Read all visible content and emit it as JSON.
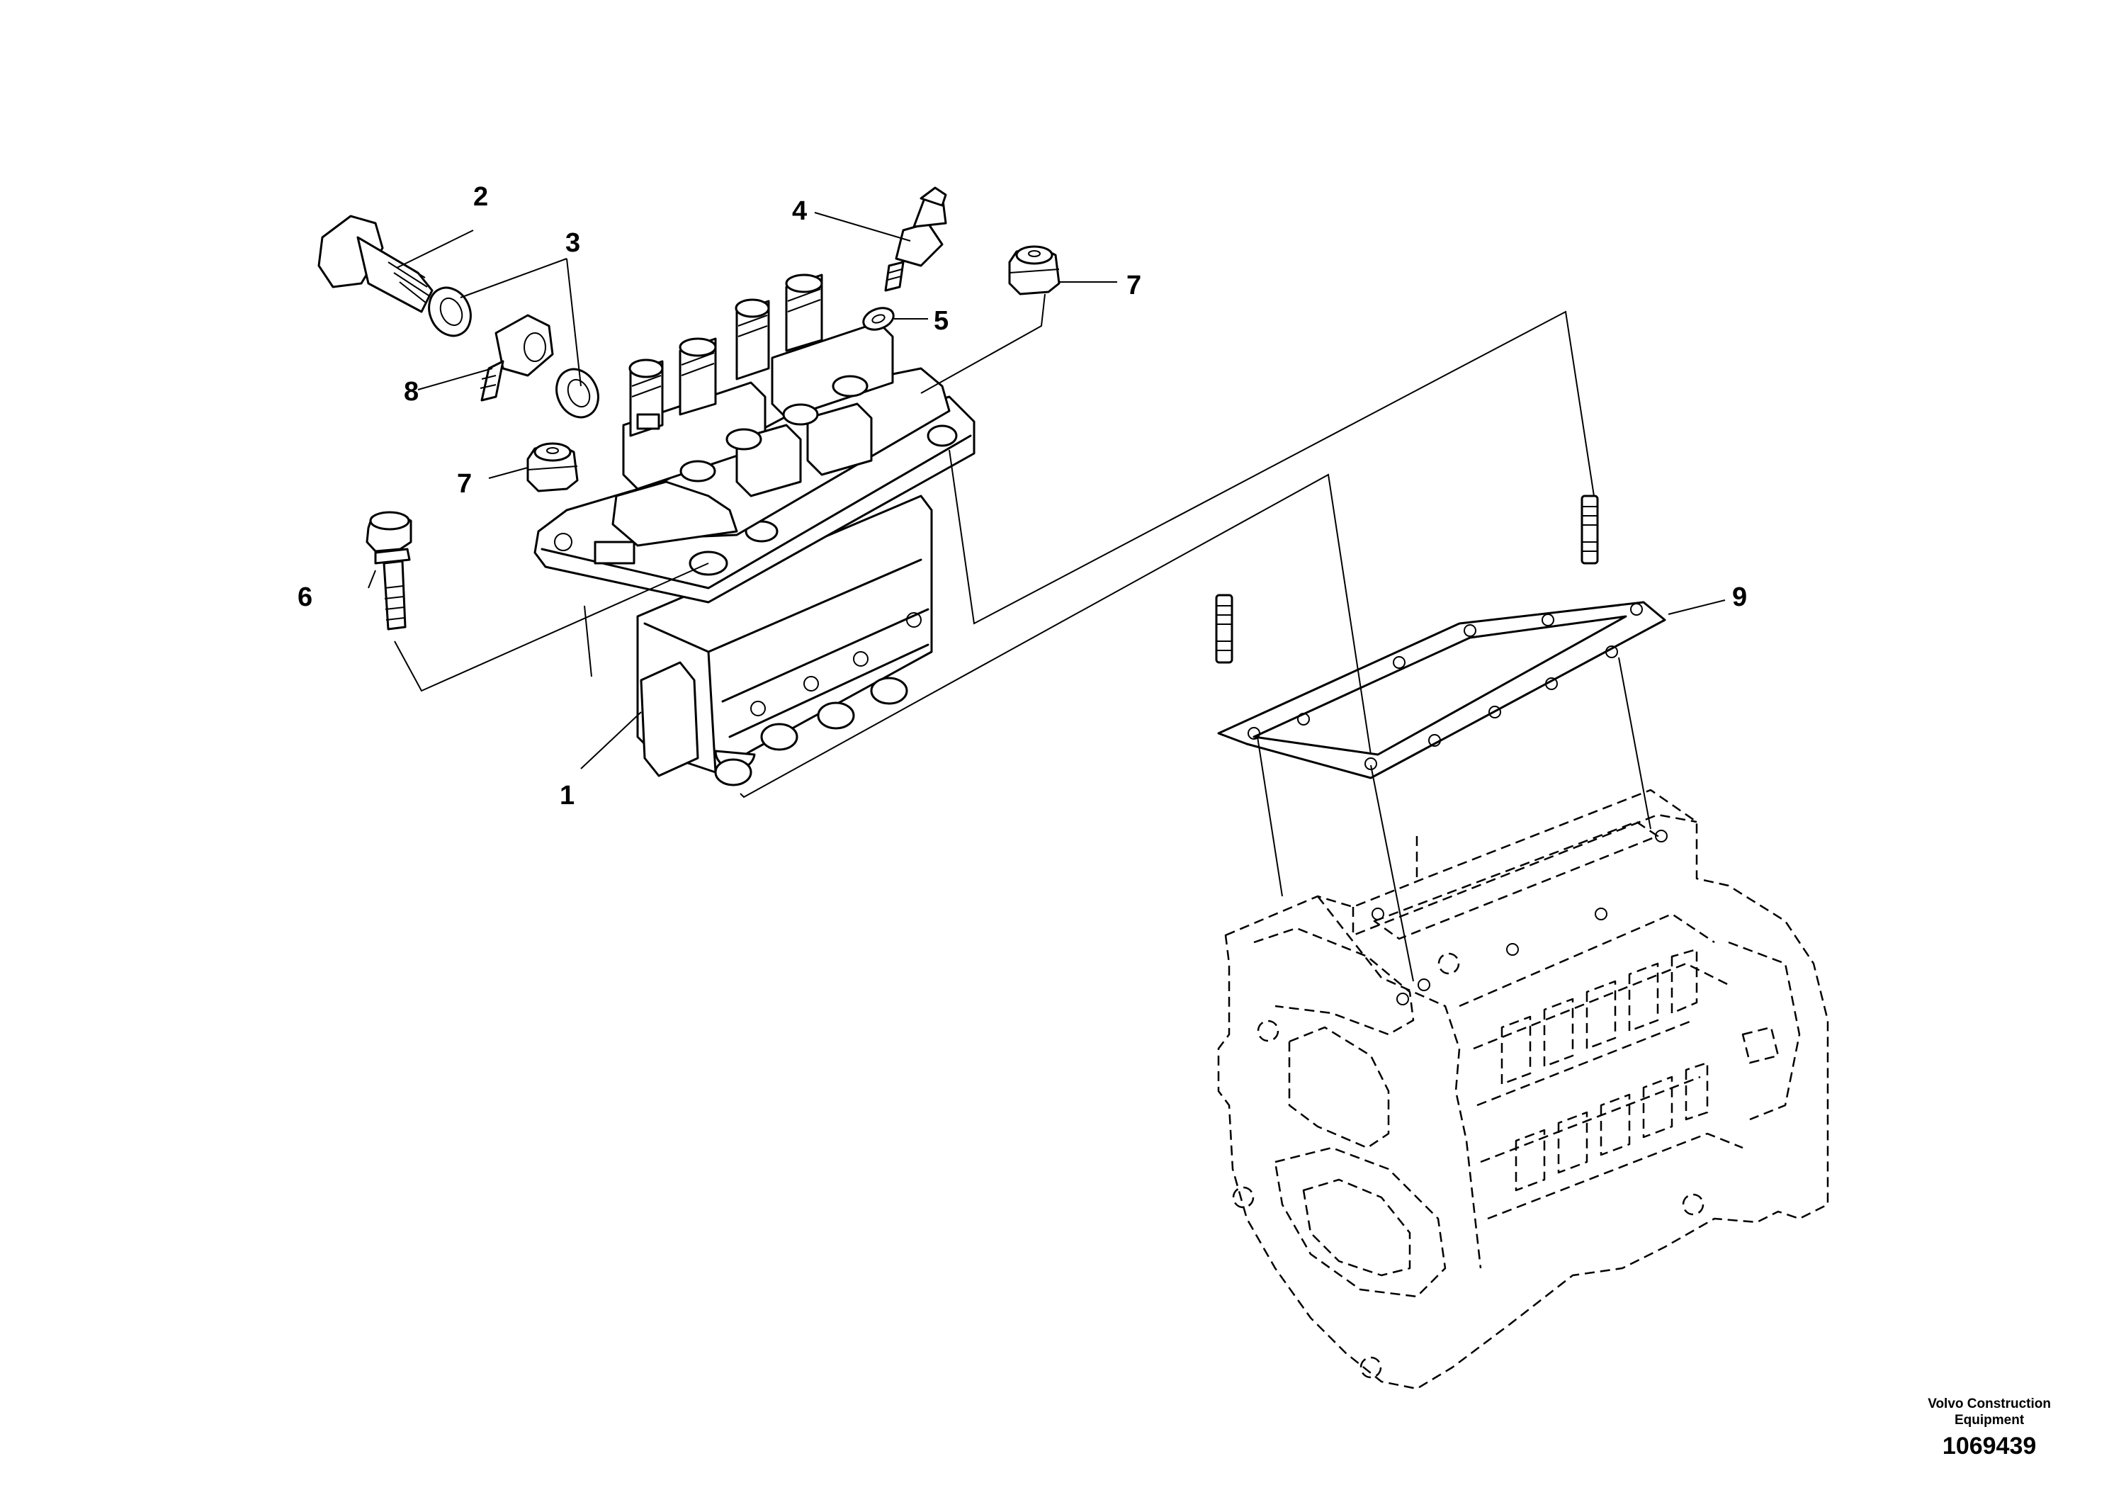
{
  "callouts": [
    {
      "id": "c1",
      "label": "1"
    },
    {
      "id": "c2",
      "label": "2"
    },
    {
      "id": "c3",
      "label": "3"
    },
    {
      "id": "c4",
      "label": "4"
    },
    {
      "id": "c5",
      "label": "5"
    },
    {
      "id": "c6",
      "label": "6"
    },
    {
      "id": "c7a",
      "label": "7"
    },
    {
      "id": "c7b",
      "label": "7"
    },
    {
      "id": "c8",
      "label": "8"
    },
    {
      "id": "c9",
      "label": "9"
    }
  ],
  "footer": {
    "brand_line1": "Volvo Construction",
    "brand_line2": "Equipment",
    "drawing_number": "1069439"
  }
}
